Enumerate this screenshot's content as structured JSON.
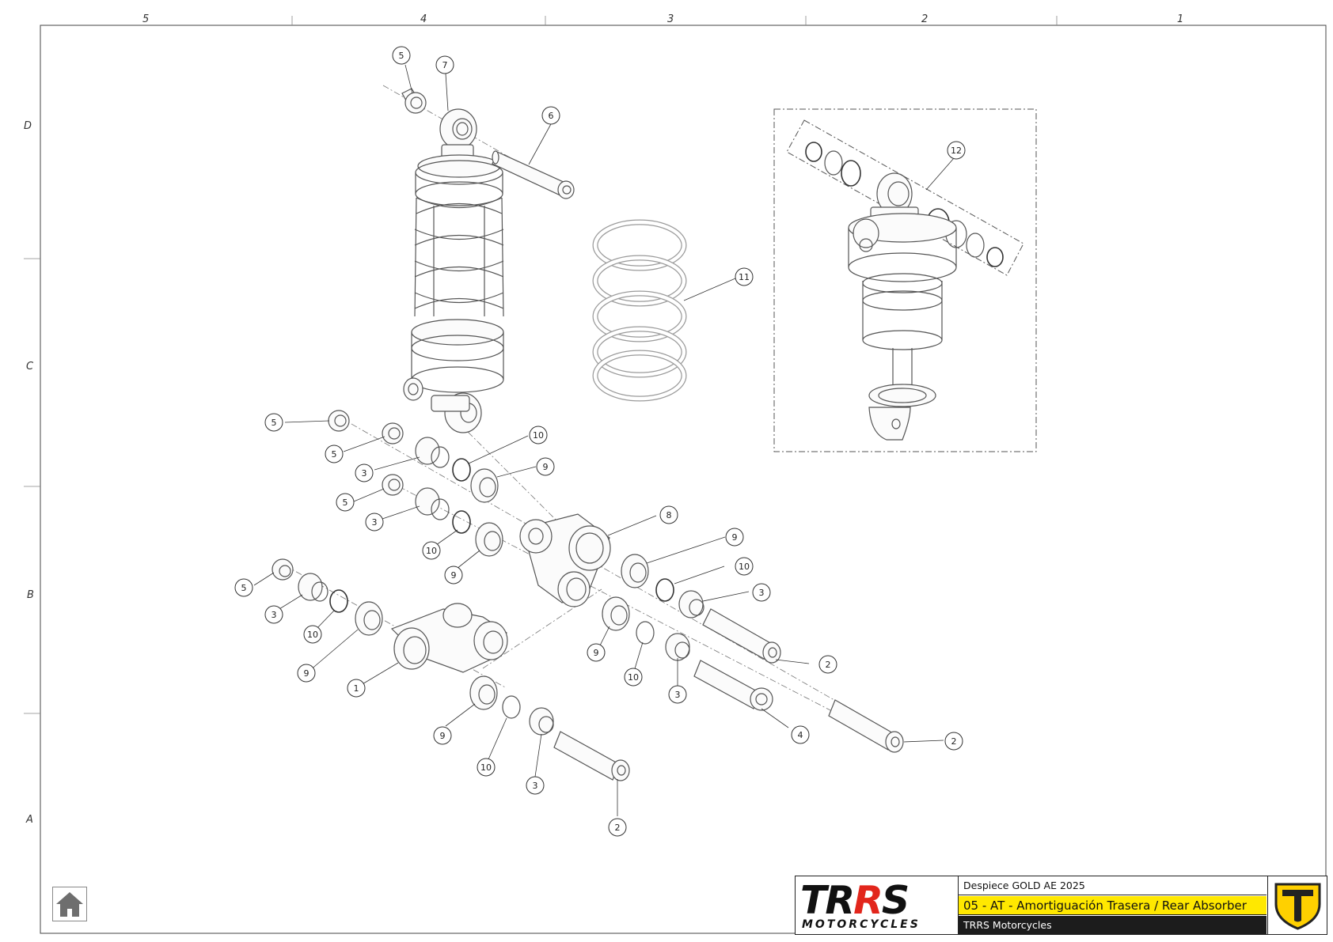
{
  "grid": {
    "columns": [
      "5",
      "4",
      "3",
      "2",
      "1"
    ],
    "rows": [
      "D",
      "C",
      "B",
      "A"
    ]
  },
  "callouts": [
    {
      "id": "c-5a",
      "label": "5"
    },
    {
      "id": "c-7",
      "label": "7"
    },
    {
      "id": "c-6",
      "label": "6"
    },
    {
      "id": "c-11",
      "label": "11"
    },
    {
      "id": "c-12",
      "label": "12"
    },
    {
      "id": "c-5b",
      "label": "5"
    },
    {
      "id": "c-5c",
      "label": "5"
    },
    {
      "id": "c-3a",
      "label": "3"
    },
    {
      "id": "c-10a",
      "label": "10"
    },
    {
      "id": "c-9a",
      "label": "9"
    },
    {
      "id": "c-5d",
      "label": "5"
    },
    {
      "id": "c-3b",
      "label": "3"
    },
    {
      "id": "c-10b",
      "label": "10"
    },
    {
      "id": "c-9b",
      "label": "9"
    },
    {
      "id": "c-8",
      "label": "8"
    },
    {
      "id": "c-9c",
      "label": "9"
    },
    {
      "id": "c-10c",
      "label": "10"
    },
    {
      "id": "c-3c",
      "label": "3"
    },
    {
      "id": "c-5e",
      "label": "5"
    },
    {
      "id": "c-3d",
      "label": "3"
    },
    {
      "id": "c-10d",
      "label": "10"
    },
    {
      "id": "c-9d",
      "label": "9"
    },
    {
      "id": "c-1",
      "label": "1"
    },
    {
      "id": "c-2a",
      "label": "2"
    },
    {
      "id": "c-9e",
      "label": "9"
    },
    {
      "id": "c-10e",
      "label": "10"
    },
    {
      "id": "c-3e",
      "label": "3"
    },
    {
      "id": "c-4",
      "label": "4"
    },
    {
      "id": "c-2b",
      "label": "2"
    },
    {
      "id": "c-9f",
      "label": "9"
    },
    {
      "id": "c-10f",
      "label": "10"
    },
    {
      "id": "c-3f",
      "label": "3"
    },
    {
      "id": "c-2c",
      "label": "2"
    }
  ],
  "title_block": {
    "logo_main_prefix": "TR",
    "logo_main_accent": "R",
    "logo_main_suffix": "S",
    "logo_sub": "MOTORCYCLES",
    "document": "Despiece GOLD AE 2025",
    "section": "05 - AT - Amortiguación Trasera / Rear Absorber",
    "company": "TRRS Motorcycles"
  },
  "colors": {
    "highlight": "#ffe800",
    "logo_accent": "#e2261c",
    "brand_yellow": "#ffd000",
    "dark": "#1c1c1c"
  },
  "icons": {
    "home": "home-icon",
    "brand": "brand-shield-icon"
  }
}
